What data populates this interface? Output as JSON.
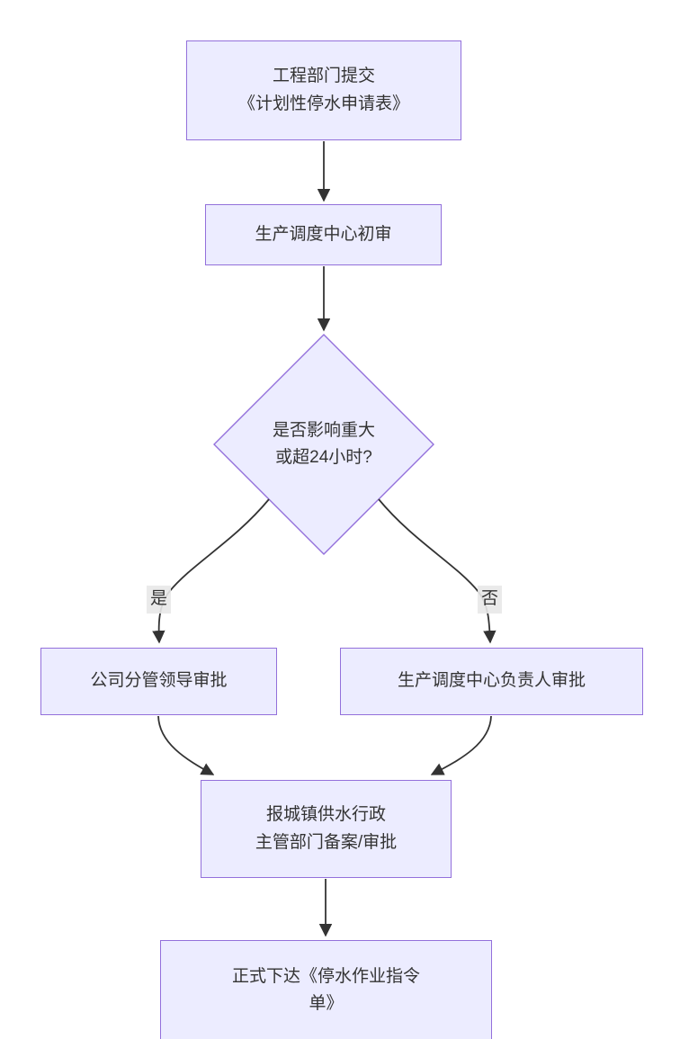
{
  "diagram": {
    "type": "flowchart",
    "direction": "top-down",
    "colors": {
      "node_fill": "#ECECFF",
      "node_border": "#9370DB",
      "edge_line": "#333333",
      "text": "#333333",
      "edge_label_background": "#e8e8e8",
      "page_background": "#ffffff"
    },
    "nodes": {
      "submit": {
        "shape": "rect",
        "label": "工程部门提交\n《计划性停水申请表》"
      },
      "initial_review": {
        "shape": "rect",
        "label": "生产调度中心初审"
      },
      "decision": {
        "shape": "diamond",
        "label": "是否影响重大\n或超24小时?"
      },
      "leader_approval": {
        "shape": "rect",
        "label": "公司分管领导审批"
      },
      "center_head_approval": {
        "shape": "rect",
        "label": "生产调度中心负责人审批"
      },
      "gov_filing": {
        "shape": "rect",
        "label": "报城镇供水行政\n主管部门备案/审批"
      },
      "issue_order": {
        "shape": "rect",
        "label": "正式下达《停水作业指令\n单》"
      }
    },
    "edge_labels": {
      "yes": "是",
      "no": "否"
    },
    "edges": [
      {
        "from": "submit",
        "to": "initial_review",
        "label": ""
      },
      {
        "from": "initial_review",
        "to": "decision",
        "label": ""
      },
      {
        "from": "decision",
        "to": "leader_approval",
        "label": "是"
      },
      {
        "from": "decision",
        "to": "center_head_approval",
        "label": "否"
      },
      {
        "from": "leader_approval",
        "to": "gov_filing",
        "label": ""
      },
      {
        "from": "center_head_approval",
        "to": "gov_filing",
        "label": ""
      },
      {
        "from": "gov_filing",
        "to": "issue_order",
        "label": ""
      }
    ]
  }
}
